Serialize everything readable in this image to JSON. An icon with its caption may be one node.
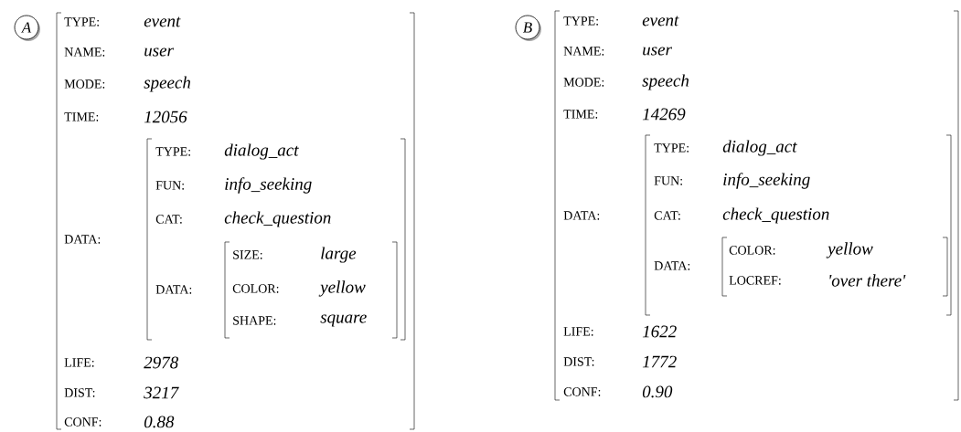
{
  "diagram": {
    "nodes": [
      {
        "text": [
          "A"
        ]
      },
      {
        "text": [
          "TYPE:",
          "event",
          "NAME:",
          "user",
          "MODE:",
          "speech",
          "TIME:",
          "12056",
          "DATA:",
          "LIFE:",
          "2978",
          "DIST:",
          "3217",
          "CONF:",
          "0.88"
        ]
      },
      {
        "text": [
          "TYPE:",
          "dialog_act",
          "FUN:",
          "info_seeking",
          "CAT:",
          "check_question",
          "DATA:"
        ],
        "in": 1
      },
      {
        "text": [
          "SIZE:",
          "large",
          "COLOR:",
          "yellow",
          "SHAPE:",
          "square"
        ],
        "in": 2
      },
      {
        "text": [
          "B"
        ]
      },
      {
        "text": [
          "TYPE:",
          "event",
          "NAME:",
          "user",
          "MODE:",
          "speech",
          "TIME:",
          "14269",
          "DATA:",
          "LIFE:",
          "1622",
          "DIST:",
          "1772",
          "CONF:",
          "0.90"
        ]
      },
      {
        "text": [
          "TYPE:",
          "dialog_act",
          "FUN:",
          "info_seeking",
          "CAT:",
          "check_question",
          "DATA:"
        ],
        "in": 5
      },
      {
        "text": [
          "COLOR:",
          "yellow",
          "LOCREF:",
          "'over there'"
        ],
        "in": 6
      }
    ]
  }
}
